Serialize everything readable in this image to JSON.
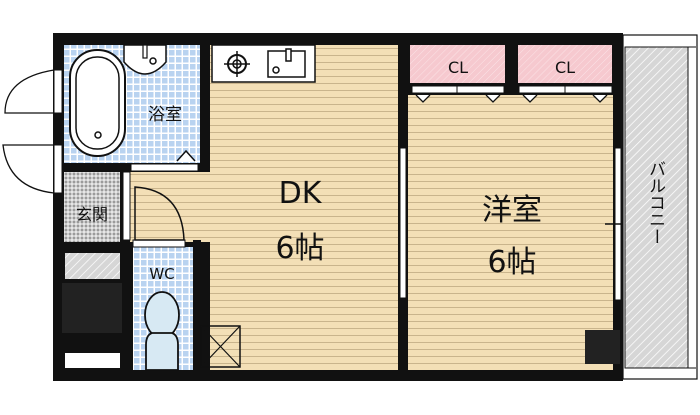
{
  "rooms": {
    "bath": "浴室",
    "entrance": "玄関",
    "toilet": "WC",
    "dk_name": "DK",
    "dk_size": "6帖",
    "western_name": "洋室",
    "western_size": "6帖",
    "closet_1": "CL",
    "closet_2": "CL",
    "balcony": "バルコニー"
  },
  "colors": {
    "floor": "#f3dfb6",
    "floor_line": "#c9b48c",
    "tile": "#b9d3f0",
    "closet": "#f6c9cf",
    "wall": "#111111"
  }
}
